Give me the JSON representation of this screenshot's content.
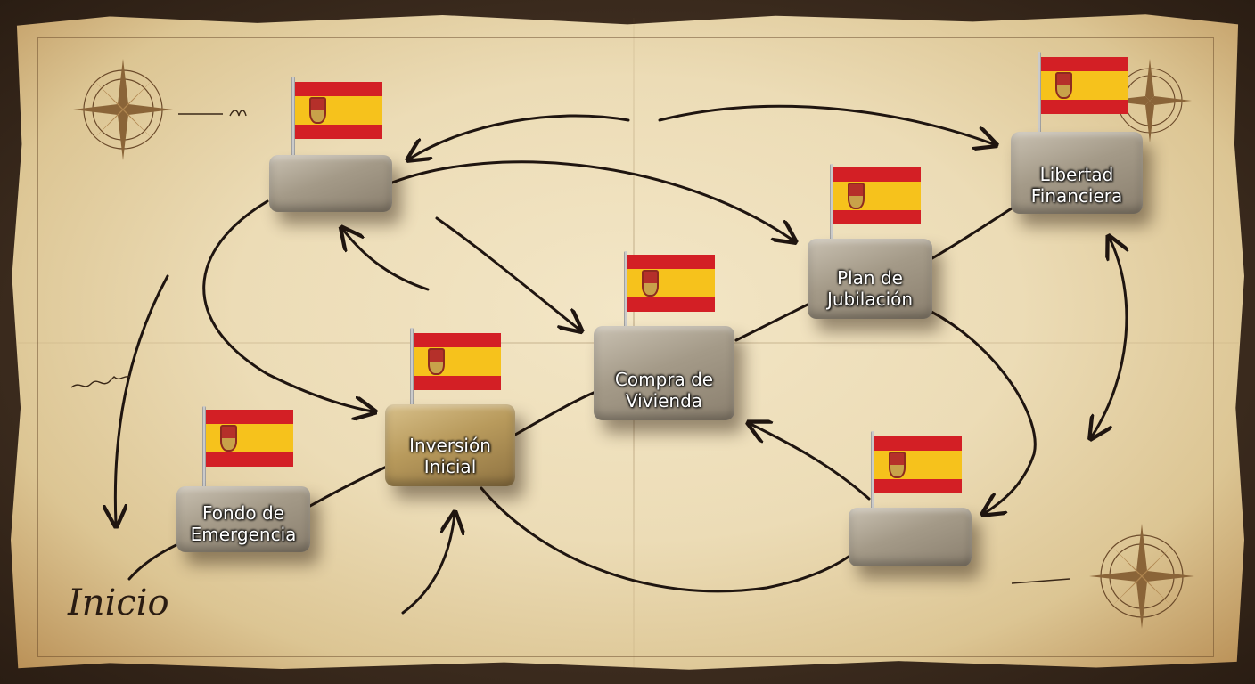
{
  "map": {
    "start_label": "Inicio",
    "flag_colors": {
      "red": "#d31f25",
      "yellow": "#f6c21c"
    },
    "milestones": [
      {
        "id": "fondo",
        "label_line1": "Fondo de",
        "label_line2": "Emergencia"
      },
      {
        "id": "inversion",
        "label_line1": "Inversión",
        "label_line2": "Inicial"
      },
      {
        "id": "compra",
        "label_line1": "Compra de",
        "label_line2": "Vivienda"
      },
      {
        "id": "jubilacion",
        "label_line1": "Plan de",
        "label_line2": "Jubilación"
      },
      {
        "id": "libertad",
        "label_line1": "Libertad",
        "label_line2": "Financiera"
      }
    ],
    "unlabeled_stones": 2,
    "compass_icons": [
      "compass-rose-icon",
      "compass-rose-icon",
      "compass-rose-icon"
    ]
  }
}
